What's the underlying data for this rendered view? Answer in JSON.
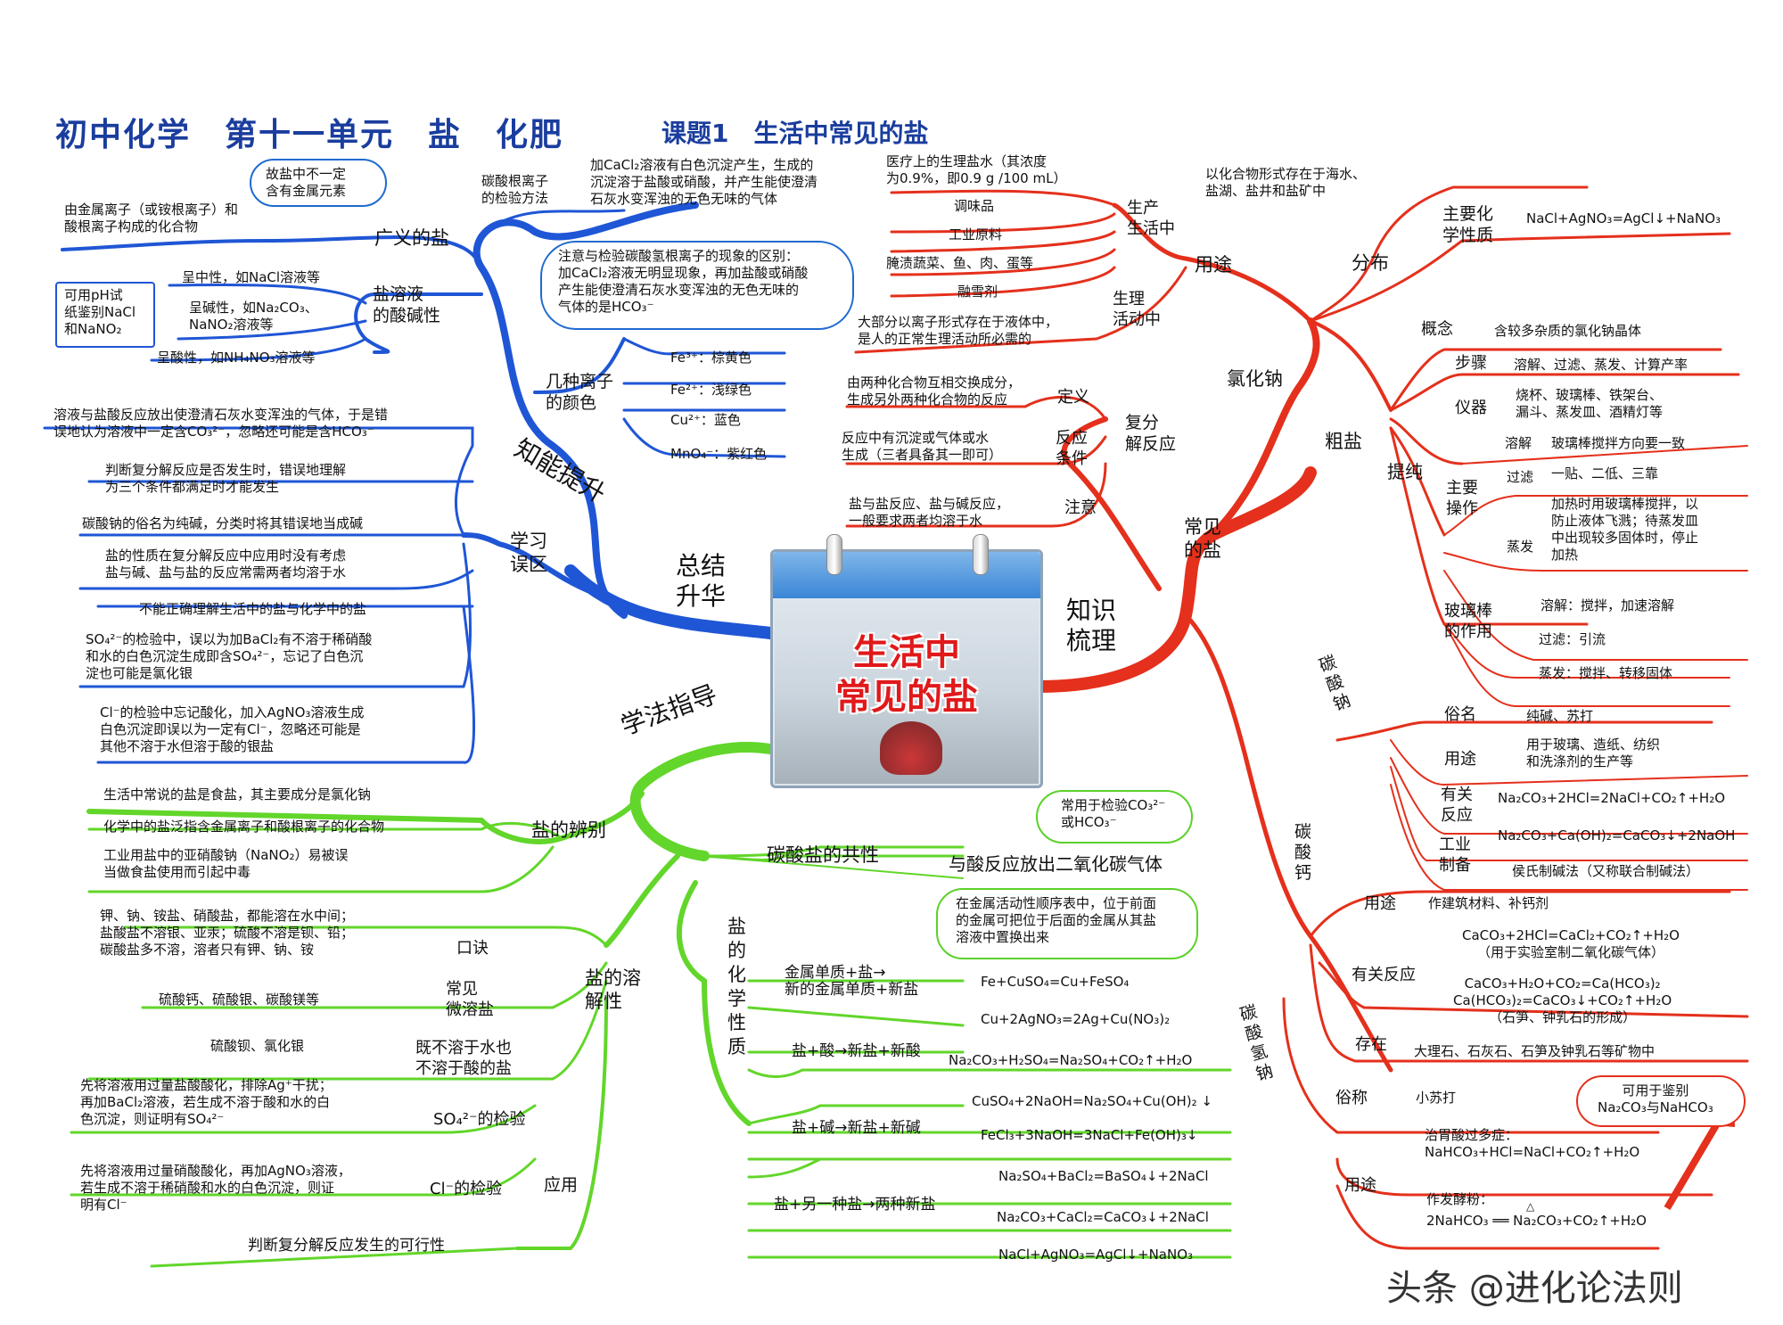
{
  "header": {
    "title": "初中化学　第十一单元　盐　化肥",
    "subtitle": "课题1　生活中常见的盐"
  },
  "center": {
    "line1": "生活中",
    "line2": "常见的盐"
  },
  "watermark": "头条 @进化论法则",
  "colors": {
    "blue": "#1f56d6",
    "red": "#e4301c",
    "green": "#62d62a",
    "title": "#1a3d9e"
  },
  "branches": {
    "zongjie": "总结\n升华",
    "zhishi": "知识\n梳理",
    "xuefa": "学法指导",
    "zhineng": "知能提升",
    "xuexi": "学习\n误区",
    "changjian": "常见\n的盐"
  },
  "blue": {
    "bubble_metal": "故盐中不一定\n含有金属元素",
    "guangyi": "广义的盐",
    "guangyi_def": "由金属离子（或铵根离子）和\n酸根离子构成的化合物",
    "suanjian": "盐溶液\n的酸碱性",
    "zhongxing": "呈中性，如NaCl溶液等",
    "jianxing": "呈碱性，如Na₂CO₃、\nNaNO₂溶液等",
    "suanxing": "呈酸性，如NH₄NO₃溶液等",
    "ph_box": "可用pH试\n纸鉴别NaCl\n和NaNO₂",
    "tansuan_check": "碳酸根离子\n的检验方法",
    "tansuan_desc": "加CaCl₂溶液有白色沉淀产生，生成的\n沉淀溶于盐酸或硝酸，并产生能使澄清\n石灰水变浑浊的无色无味的气体",
    "bubble_hco3": "注意与检验碳酸氢根离子的现象的区别：\n加CaCl₂溶液无明显现象，再加盐酸或硝酸\n产生能使澄清石灰水变浑浊的无色无味的\n气体的是HCO₃⁻",
    "ion_color": "几种离子\n的颜色",
    "fe3": "Fe³⁺：棕黄色",
    "fe2": "Fe²⁺：浅绿色",
    "cu2": "Cu²⁺：蓝色",
    "mno4": "MnO₄⁻：紫红色",
    "wuqu0": "溶液与盐酸反应放出使澄清石灰水变浑浊的气体，于是错\n误地认为溶液中一定含CO₃²⁻，忽略还可能是含HCO₃⁻",
    "wuqu1": "判断复分解反应是否发生时，错误地理解\n为三个条件都满足时才能发生",
    "wuqu2": "碳酸钠的俗名为纯碱，分类时将其错误地当成碱",
    "wuqu3": "盐的性质在复分解反应中应用时没有考虑\n盐与碱、盐与盐的反应常需两者均溶于水",
    "wuqu4": "不能正确理解生活中的盐与化学中的盐",
    "wuqu5": "SO₄²⁻的检验中，误以为加BaCl₂有不溶于稀硝酸\n和水的白色沉淀生成即含SO₄²⁻，忘记了白色沉\n淀也可能是氯化银",
    "wuqu6": "Cl⁻的检验中忘记酸化，加入AgNO₃溶液生成\n白色沉淀即误以为一定有Cl⁻，忽略还可能是\n其他不溶于水但溶于酸的银盐"
  },
  "green": {
    "bianbie": "盐的辨别",
    "bb1": "生活中常说的盐是食盐，其主要成分是氯化钠",
    "bb2": "化学中的盐泛指含金属离子和酸根离子的化合物",
    "bb3": "工业用盐中的亚硝酸钠（NaNO₂）易被误\n当做食盐使用而引起中毒",
    "rongjie": "盐的溶\n解性",
    "koujue": "口诀",
    "koujue_text": "钾、钠、铵盐、硝酸盐，都能溶在水中间；\n盐酸盐不溶银、亚汞；硫酸不溶是钡、铅；\n碳酸盐多不溶，溶者只有钾、钠、铵",
    "weirong": "常见\n微溶盐",
    "weirong_text": "硫酸钙、硫酸银、碳酸镁等",
    "burong": "既不溶于水也\n不溶于酸的盐",
    "burong_text": "硫酸钡、氯化银",
    "so4_check": "SO₄²⁻的检验",
    "so4_text": "先将溶液用过量盐酸酸化，排除Ag⁺干扰；\n再加BaCl₂溶液，若生成不溶于酸和水的白\n色沉淀，则证明有SO₄²⁻",
    "cl_check": "Cl⁻的检验",
    "cl_text": "先将溶液用过量硝酸酸化，再加AgNO₃溶液，\n若生成不溶于稀硝酸和水的白色沉淀，则证\n明有Cl⁻",
    "yingyong": "应用",
    "panduan": "判断复分解反应发生的可行性",
    "gongxing": "碳酸盐的共性",
    "gongxing_text": "与酸反应放出二氧化碳气体",
    "bubble_co3": "常用于检验CO₃²⁻\n或HCO₃⁻",
    "huaxue": "盐\n的\n化\n学\n性\n质",
    "bubble_metal_order": "在金属活动性顺序表中，位于前面\n的金属可把位于后面的金属从其盐\n溶液中置换出来",
    "jinshu": "金属单质+盐→\n新的金属单质+新盐",
    "eq_fe": "Fe+CuSO₄=Cu+FeSO₄",
    "eq_cu": "Cu+2AgNO₃=2Ag+Cu(NO₃)₂",
    "yan_suan": "盐+酸→新盐+新酸",
    "eq_h2so4": "Na₂CO₃+H₂SO₄=Na₂SO₄+CO₂↑+H₂O",
    "yan_jian": "盐+碱→新盐+新碱",
    "eq_cuoh": "CuSO₄+2NaOH=Na₂SO₄+Cu(OH)₂ ↓",
    "eq_feoh": "FeCl₃+3NaOH=3NaCl+Fe(OH)₃↓",
    "yan_yan": "盐+另一种盐→两种新盐",
    "eq_baso4": "Na₂SO₄+BaCl₂=BaSO₄↓+2NaCl",
    "eq_caco3": "Na₂CO₃+CaCl₂=CaCO₃↓+2NaCl",
    "eq_agcl": "NaCl+AgNO₃=AgCl↓+NaNO₃"
  },
  "red": {
    "yongtu": "用途",
    "shengchan": "生产\n生活中",
    "shengli": "生理\n活动中",
    "yt1": "医疗上的生理盐水（其浓度\n为0.9%，即0.9 g /100 mL）",
    "yt2": "调味品",
    "yt3": "工业原料",
    "yt4": "腌渍蔬菜、鱼、肉、蛋等",
    "yt5": "融雪剂",
    "yt6": "大部分以离子形式存在于液体中，\n是人的正常生理活动所必需的",
    "fenbu": "分布",
    "fenbu_text": "以化合物形式存在于海水、\n盐湖、盐井和盐矿中",
    "lvhuana": "氯化钠",
    "zhuyao": "主要化\n学性质",
    "zhuyao_eq": "NaCl+AgNO₃=AgCl↓+NaNO₃",
    "cuyan": "粗盐",
    "gainian": "概念",
    "gainian_text": "含较多杂质的氯化钠晶体",
    "tichun": "提纯",
    "buzhou": "步骤",
    "buzhou_text": "溶解、过滤、蒸发、计算产率",
    "yiqi": "仪器",
    "yiqi_text": "烧杯、玻璃棒、铁架台、\n漏斗、蒸发皿、酒精灯等",
    "zhuyao_caozuo": "主要\n操作",
    "rongjie_op": "溶解",
    "rongjie_op_text": "玻璃棒搅拌方向要一致",
    "guolv": "过滤",
    "guolv_text": "一贴、二低、三靠",
    "zhengfa": "蒸发",
    "zhengfa_text": "加热时用玻璃棒搅拌，以\n防止液体飞溅；待蒸发皿\n中出现较多固体时，停止\n加热",
    "boli": "玻璃棒\n的作用",
    "boli1": "溶解：搅拌，加速溶解",
    "boli2": "过滤：引流",
    "boli3": "蒸发：搅拌、转移固体",
    "fufenjie": "复分\n解反应",
    "dingyi": "定义",
    "dingyi_text": "由两种化合物互相交换成分，\n生成另外两种化合物的反应",
    "tiaojian": "反应\n条件",
    "tiaojian_text": "反应中有沉淀或气体或水\n生成（三者具备其一即可）",
    "zhuyi": "注意",
    "zhuyi_text": "盐与盐反应、盐与碱反应，\n一般要求两者均溶于水",
    "tansuanna": "碳\n酸\n钠",
    "suming": "俗名",
    "suming_text": "纯碱、苏打",
    "na_yongtu": "用途",
    "na_yongtu_text": "用于玻璃、造纸、纺织\n和洗涤剂的生产等",
    "youguan": "有关\n反应",
    "na_eq1": "Na₂CO₃+2HCl=2NaCl+CO₂↑+H₂O",
    "na_eq2": "Na₂CO₃+Ca(OH)₂=CaCO₃↓+2NaOH",
    "gongye": "工业\n制备",
    "gongye_text": "侯氏制碱法（又称联合制碱法）",
    "tansuangai": "碳\n酸\n钙",
    "ca_yongtu": "用途",
    "ca_yongtu_text": "作建筑材料、补钙剂",
    "ca_youguan": "有关反应",
    "ca_eq1": "CaCO₃+2HCl=CaCl₂+CO₂↑+H₂O\n（用于实验室制二氧化碳气体）",
    "ca_eq2": "CaCO₃+H₂O+CO₂=Ca(HCO₃)₂\nCa(HCO₃)₂=CaCO₃↓+CO₂↑+H₂O\n（石笋、钟乳石的形成）",
    "cunzai": "存在",
    "cunzai_text": "大理石、石灰石、石笋及钟乳石等矿物中",
    "tansuanqingna": "碳\n酸\n氢\n钠",
    "suchen": "俗称",
    "suchen_text": "小苏打",
    "hco3_yongtu": "用途",
    "bubble_jianbie": "可用于鉴别\nNa₂CO₃与NaHCO₃",
    "zhiliao": "治胃酸过多症：\nNaHCO₃+HCl=NaCl+CO₂↑+H₂O",
    "fajiao": "作发酵粉：",
    "fajiao_eq": "2NaHCO₃ ══ Na₂CO₃+CO₂↑+H₂O",
    "delta": "△"
  }
}
